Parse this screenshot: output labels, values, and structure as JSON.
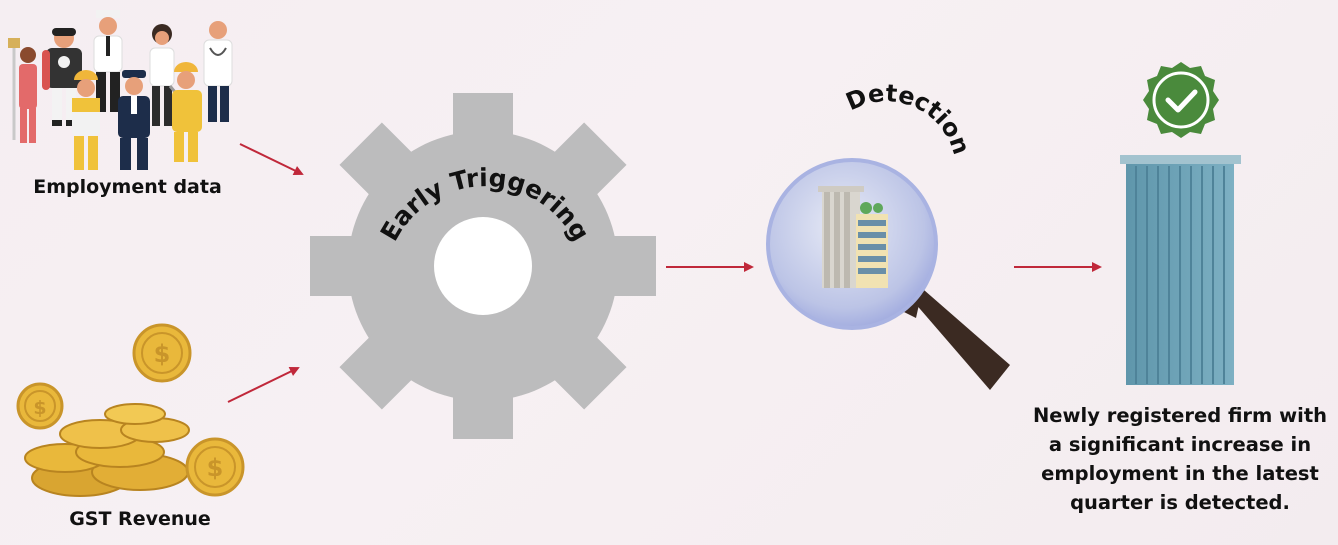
{
  "inputs": {
    "employment_label": "Employment data",
    "gst_label": "GST Revenue"
  },
  "process": {
    "gear_label": "Early Triggering",
    "detection_label": "Detection"
  },
  "result": {
    "label": "Newly registered firm with a significant increase in employment in the latest quarter  is detected."
  },
  "colors": {
    "background": "#f5eef2",
    "arrow": "#c0283a",
    "gear": "#bcbcbd",
    "badge": "#4a8a3c",
    "building": "#6ea2b6",
    "coin": "#e9b83b"
  },
  "icons": {
    "people": "workers-group-icon",
    "coins": "coin-stack-icon",
    "gear": "gear-icon",
    "magnifier": "magnifier-icon",
    "building": "building-icon",
    "badge": "verified-check-icon"
  }
}
